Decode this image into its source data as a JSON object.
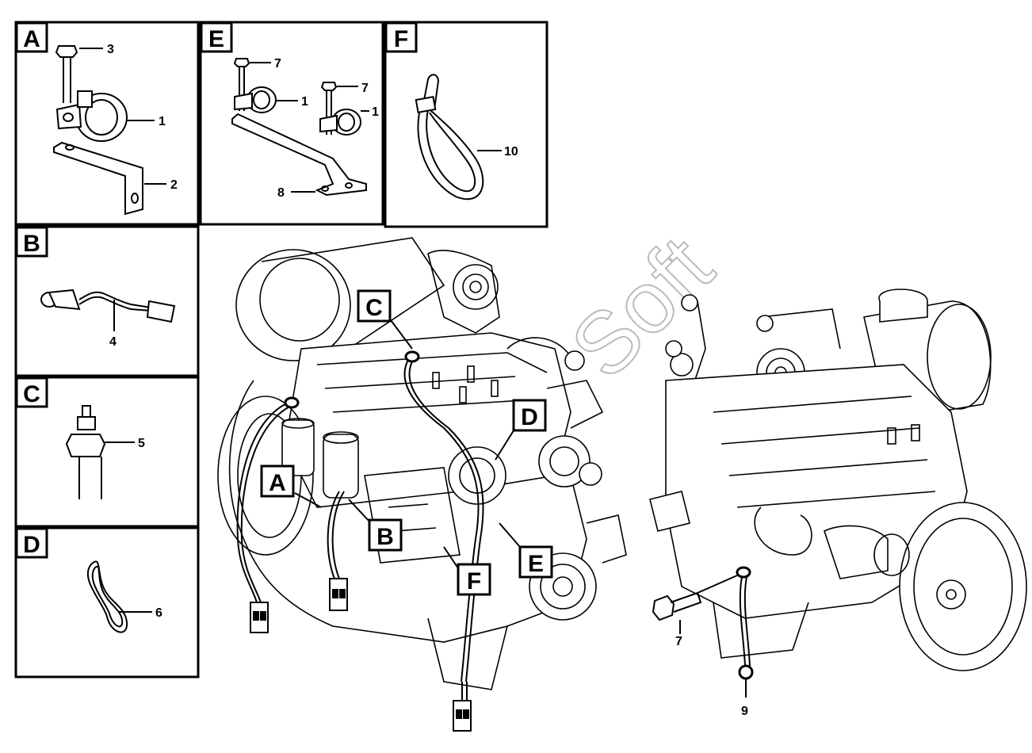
{
  "panels": {
    "A": {
      "letter": "A",
      "callouts": [
        "3",
        "1",
        "2"
      ]
    },
    "E": {
      "letter": "E",
      "callouts": [
        "7",
        "1",
        "7",
        "1",
        "8"
      ]
    },
    "F": {
      "letter": "F",
      "callouts": [
        "10"
      ]
    },
    "B": {
      "letter": "B",
      "callouts": [
        "4"
      ]
    },
    "C": {
      "letter": "C",
      "callouts": [
        "5"
      ]
    },
    "D": {
      "letter": "D",
      "callouts": [
        "6"
      ]
    }
  },
  "left_engine_tags": [
    "C",
    "D",
    "A",
    "B",
    "F",
    "E"
  ],
  "right_engine_callouts": [
    "7",
    "9"
  ],
  "watermark": "Soft"
}
